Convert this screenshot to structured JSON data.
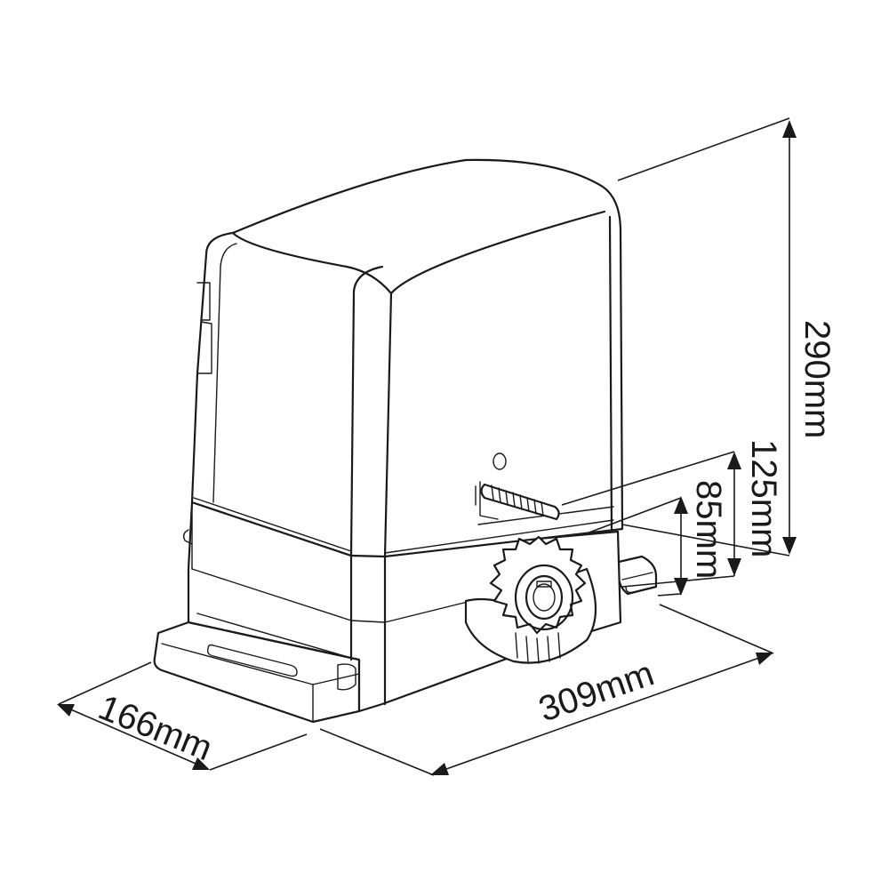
{
  "dimensions": {
    "height_total": "290mm",
    "height_upper": "125mm",
    "height_pinion": "85mm",
    "length": "309mm",
    "width": "166mm"
  }
}
